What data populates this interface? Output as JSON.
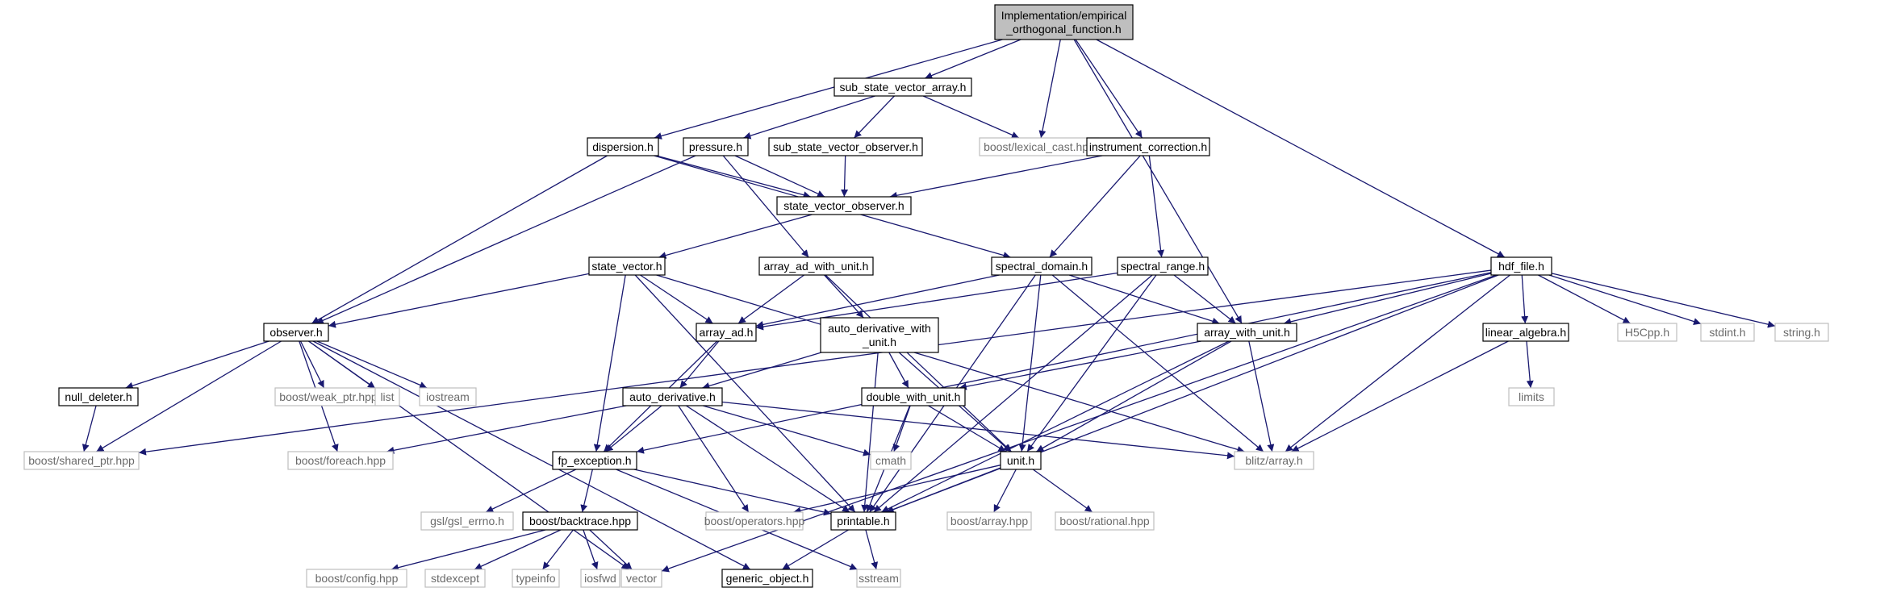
{
  "colors": {
    "edge": "#191970",
    "node_border": "#000000",
    "external_border": "#bfbfbf",
    "external_text": "#6a6a6a",
    "root_fill": "#bfbfbf",
    "node_fill": "#ffffff",
    "text": "#000000"
  },
  "root": {
    "id": "root",
    "lines": [
      "Implementation/empirical",
      "_orthogonal_function.h"
    ]
  },
  "nodes": [
    {
      "id": "sub_state_vector_array",
      "label": "sub_state_vector_array.h",
      "kind": "file"
    },
    {
      "id": "lexical_cast",
      "label": "boost/lexical_cast.hpp",
      "kind": "external"
    },
    {
      "id": "dispersion",
      "label": "dispersion.h",
      "kind": "file"
    },
    {
      "id": "pressure",
      "label": "pressure.h",
      "kind": "file"
    },
    {
      "id": "sub_state_vector_observer",
      "label": "sub_state_vector_observer.h",
      "kind": "file"
    },
    {
      "id": "instrument_correction",
      "label": "instrument_correction.h",
      "kind": "file"
    },
    {
      "id": "state_vector_observer",
      "label": "state_vector_observer.h",
      "kind": "file"
    },
    {
      "id": "state_vector",
      "label": "state_vector.h",
      "kind": "file"
    },
    {
      "id": "array_ad_with_unit",
      "label": "array_ad_with_unit.h",
      "kind": "file"
    },
    {
      "id": "spectral_domain",
      "label": "spectral_domain.h",
      "kind": "file"
    },
    {
      "id": "spectral_range",
      "label": "spectral_range.h",
      "kind": "file"
    },
    {
      "id": "hdf_file",
      "label": "hdf_file.h",
      "kind": "file"
    },
    {
      "id": "observer",
      "label": "observer.h",
      "kind": "file"
    },
    {
      "id": "array_ad",
      "label": "array_ad.h",
      "kind": "file"
    },
    {
      "id": "auto_derivative_with_unit",
      "lines": [
        "auto_derivative_with",
        "_unit.h"
      ],
      "kind": "file"
    },
    {
      "id": "array_with_unit",
      "label": "array_with_unit.h",
      "kind": "file"
    },
    {
      "id": "linear_algebra",
      "label": "linear_algebra.h",
      "kind": "file"
    },
    {
      "id": "h5cpp",
      "label": "H5Cpp.h",
      "kind": "external"
    },
    {
      "id": "stdint",
      "label": "stdint.h",
      "kind": "external"
    },
    {
      "id": "string",
      "label": "string.h",
      "kind": "external"
    },
    {
      "id": "null_deleter",
      "label": "null_deleter.h",
      "kind": "file"
    },
    {
      "id": "weak_ptr",
      "label": "boost/weak_ptr.hpp",
      "kind": "external"
    },
    {
      "id": "list",
      "label": "list",
      "kind": "external"
    },
    {
      "id": "iostream",
      "label": "iostream",
      "kind": "external"
    },
    {
      "id": "auto_derivative",
      "label": "auto_derivative.h",
      "kind": "file"
    },
    {
      "id": "double_with_unit",
      "label": "double_with_unit.h",
      "kind": "file"
    },
    {
      "id": "limits",
      "label": "limits",
      "kind": "external"
    },
    {
      "id": "shared_ptr",
      "label": "boost/shared_ptr.hpp",
      "kind": "external"
    },
    {
      "id": "foreach",
      "label": "boost/foreach.hpp",
      "kind": "external"
    },
    {
      "id": "fp_exception",
      "label": "fp_exception.h",
      "kind": "file"
    },
    {
      "id": "cmath",
      "label": "cmath",
      "kind": "external"
    },
    {
      "id": "unit",
      "label": "unit.h",
      "kind": "file"
    },
    {
      "id": "blitz_array",
      "label": "blitz/array.h",
      "kind": "external"
    },
    {
      "id": "gsl_errno",
      "label": "gsl/gsl_errno.h",
      "kind": "external"
    },
    {
      "id": "backtrace",
      "label": "boost/backtrace.hpp",
      "kind": "file"
    },
    {
      "id": "operators",
      "label": "boost/operators.hpp",
      "kind": "external"
    },
    {
      "id": "printable",
      "label": "printable.h",
      "kind": "file"
    },
    {
      "id": "boost_array",
      "label": "boost/array.hpp",
      "kind": "external"
    },
    {
      "id": "rational",
      "label": "boost/rational.hpp",
      "kind": "external"
    },
    {
      "id": "config",
      "label": "boost/config.hpp",
      "kind": "external"
    },
    {
      "id": "stdexcept",
      "label": "stdexcept",
      "kind": "external"
    },
    {
      "id": "typeinfo",
      "label": "typeinfo",
      "kind": "external"
    },
    {
      "id": "iosfwd",
      "label": "iosfwd",
      "kind": "external"
    },
    {
      "id": "vector",
      "label": "vector",
      "kind": "external"
    },
    {
      "id": "generic_object",
      "label": "generic_object.h",
      "kind": "file"
    },
    {
      "id": "sstream",
      "label": "sstream",
      "kind": "external"
    }
  ],
  "edges": [
    [
      "root",
      "sub_state_vector_array"
    ],
    [
      "root",
      "lexical_cast"
    ],
    [
      "root",
      "dispersion"
    ],
    [
      "root",
      "instrument_correction"
    ],
    [
      "root",
      "array_with_unit"
    ],
    [
      "root",
      "hdf_file"
    ],
    [
      "sub_state_vector_array",
      "pressure"
    ],
    [
      "sub_state_vector_array",
      "sub_state_vector_observer"
    ],
    [
      "sub_state_vector_array",
      "lexical_cast"
    ],
    [
      "dispersion",
      "state_vector_observer"
    ],
    [
      "dispersion",
      "observer"
    ],
    [
      "dispersion",
      "spectral_domain"
    ],
    [
      "pressure",
      "state_vector_observer"
    ],
    [
      "pressure",
      "observer"
    ],
    [
      "pressure",
      "array_ad_with_unit"
    ],
    [
      "sub_state_vector_observer",
      "state_vector_observer"
    ],
    [
      "instrument_correction",
      "state_vector_observer"
    ],
    [
      "instrument_correction",
      "spectral_domain"
    ],
    [
      "instrument_correction",
      "spectral_range"
    ],
    [
      "state_vector_observer",
      "state_vector"
    ],
    [
      "state_vector",
      "observer"
    ],
    [
      "state_vector",
      "array_ad"
    ],
    [
      "state_vector",
      "fp_exception"
    ],
    [
      "state_vector",
      "printable"
    ],
    [
      "state_vector",
      "blitz_array"
    ],
    [
      "array_ad_with_unit",
      "array_ad"
    ],
    [
      "array_ad_with_unit",
      "auto_derivative_with_unit"
    ],
    [
      "array_ad_with_unit",
      "unit"
    ],
    [
      "spectral_domain",
      "array_ad"
    ],
    [
      "spectral_domain",
      "array_with_unit"
    ],
    [
      "spectral_domain",
      "unit"
    ],
    [
      "spectral_domain",
      "printable"
    ],
    [
      "spectral_domain",
      "blitz_array"
    ],
    [
      "spectral_range",
      "array_ad"
    ],
    [
      "spectral_range",
      "array_with_unit"
    ],
    [
      "spectral_range",
      "unit"
    ],
    [
      "spectral_range",
      "printable"
    ],
    [
      "hdf_file",
      "array_with_unit"
    ],
    [
      "hdf_file",
      "linear_algebra"
    ],
    [
      "hdf_file",
      "h5cpp"
    ],
    [
      "hdf_file",
      "stdint"
    ],
    [
      "hdf_file",
      "string"
    ],
    [
      "hdf_file",
      "shared_ptr"
    ],
    [
      "hdf_file",
      "fp_exception"
    ],
    [
      "hdf_file",
      "blitz_array"
    ],
    [
      "hdf_file",
      "printable"
    ],
    [
      "hdf_file",
      "vector"
    ],
    [
      "observer",
      "null_deleter"
    ],
    [
      "observer",
      "shared_ptr"
    ],
    [
      "observer",
      "weak_ptr"
    ],
    [
      "observer",
      "list"
    ],
    [
      "observer",
      "iostream"
    ],
    [
      "observer",
      "foreach"
    ],
    [
      "observer",
      "vector"
    ],
    [
      "observer",
      "generic_object"
    ],
    [
      "array_ad",
      "auto_derivative"
    ],
    [
      "array_ad",
      "fp_exception"
    ],
    [
      "auto_derivative_with_unit",
      "auto_derivative"
    ],
    [
      "auto_derivative_with_unit",
      "double_with_unit"
    ],
    [
      "auto_derivative_with_unit",
      "unit"
    ],
    [
      "auto_derivative_with_unit",
      "printable"
    ],
    [
      "array_with_unit",
      "double_with_unit"
    ],
    [
      "array_with_unit",
      "unit"
    ],
    [
      "array_with_unit",
      "blitz_array"
    ],
    [
      "array_with_unit",
      "printable"
    ],
    [
      "linear_algebra",
      "limits"
    ],
    [
      "linear_algebra",
      "blitz_array"
    ],
    [
      "null_deleter",
      "shared_ptr"
    ],
    [
      "auto_derivative",
      "foreach"
    ],
    [
      "auto_derivative",
      "fp_exception"
    ],
    [
      "auto_derivative",
      "cmath"
    ],
    [
      "auto_derivative",
      "blitz_array"
    ],
    [
      "auto_derivative",
      "operators"
    ],
    [
      "auto_derivative",
      "printable"
    ],
    [
      "double_with_unit",
      "cmath"
    ],
    [
      "double_with_unit",
      "unit"
    ],
    [
      "double_with_unit",
      "printable"
    ],
    [
      "fp_exception",
      "gsl_errno"
    ],
    [
      "fp_exception",
      "backtrace"
    ],
    [
      "fp_exception",
      "printable"
    ],
    [
      "fp_exception",
      "sstream"
    ],
    [
      "unit",
      "operators"
    ],
    [
      "unit",
      "printable"
    ],
    [
      "unit",
      "boost_array"
    ],
    [
      "unit",
      "rational"
    ],
    [
      "backtrace",
      "config"
    ],
    [
      "backtrace",
      "stdexcept"
    ],
    [
      "backtrace",
      "typeinfo"
    ],
    [
      "backtrace",
      "iosfwd"
    ],
    [
      "backtrace",
      "vector"
    ],
    [
      "printable",
      "generic_object"
    ],
    [
      "printable",
      "sstream"
    ]
  ]
}
